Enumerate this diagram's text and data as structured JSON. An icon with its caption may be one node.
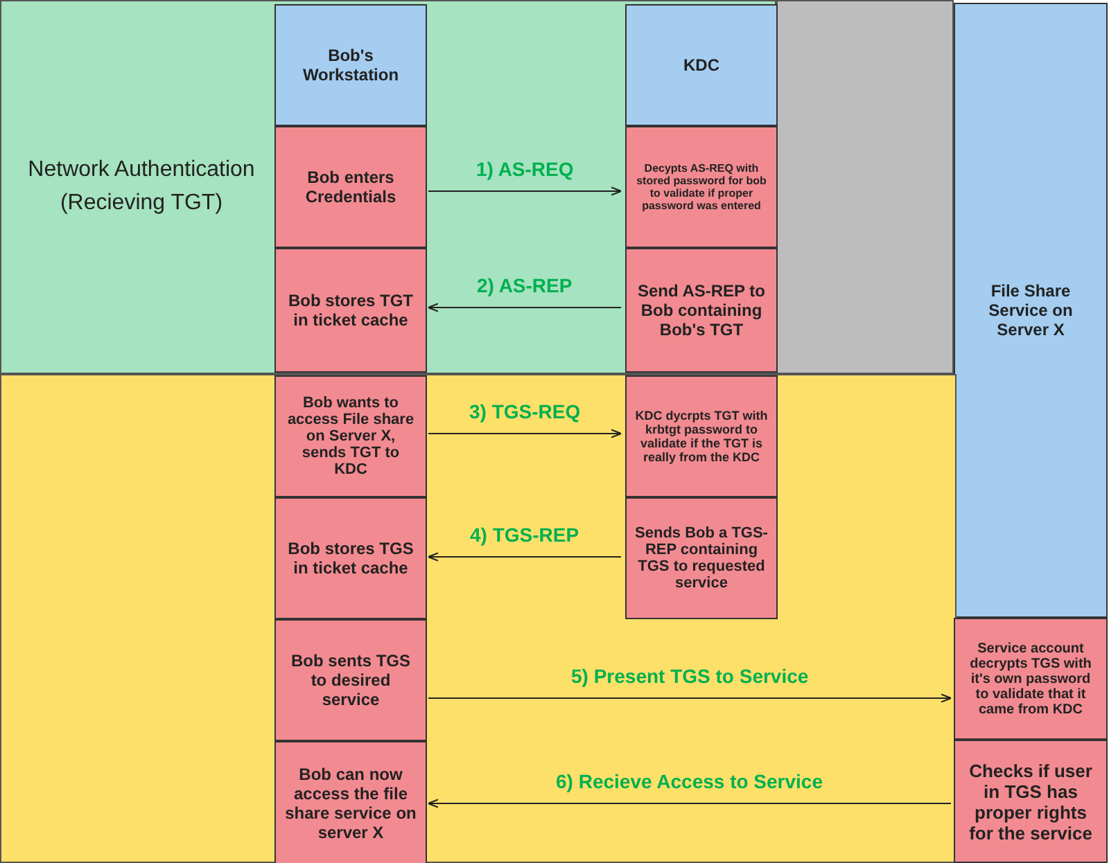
{
  "diagram": {
    "nodes": [
      {
        "text": [
          "Network Authentication (Recieving TGT)"
        ]
      },
      {
        "text": [
          "Bob's Workstation"
        ],
        "in": 0
      },
      {
        "text": [
          "KDC"
        ],
        "in": 0
      },
      {
        "text": [
          "File Share Service on Server X"
        ]
      },
      {
        "text": [
          "Bob enters Credentials"
        ],
        "in": 0
      },
      {
        "text": [
          "Decypts AS-REQ with stored password for bob to validate if proper password was entered"
        ],
        "in": 0
      },
      {
        "text": [
          "Bob stores TGT in ticket cache"
        ],
        "in": 0
      },
      {
        "text": [
          "Send AS-REP to Bob containing Bob's TGT"
        ],
        "in": 0
      },
      {
        "text": [],
        "shape": "box"
      },
      {
        "text": [
          "Bob wants to access File share on Server X, sends TGT to KDC"
        ],
        "in": 8
      },
      {
        "text": [
          "KDC dycrpts TGT with krbtgt password to validate if the TGT is really from the KDC"
        ],
        "in": 8
      },
      {
        "text": [
          "Bob stores TGS in ticket cache"
        ],
        "in": 8
      },
      {
        "text": [
          "Sends Bob a TGS-REP containing TGS to requested service"
        ],
        "in": 8
      },
      {
        "text": [
          "Bob sents TGS to desired service"
        ],
        "in": 8
      },
      {
        "text": [
          "Service account decrypts TGS with it's own password to validate that it came from KDC"
        ]
      },
      {
        "text": [
          "Bob can now access the file share service on server X"
        ],
        "in": 8
      },
      {
        "text": [
          "Checks if user in TGS has proper rights for the service"
        ]
      }
    ],
    "edges": [
      {
        "from": 4,
        "to": 5,
        "arrow": "to",
        "label": "1) AS-REQ"
      },
      {
        "from": 7,
        "to": 6,
        "arrow": "to",
        "label": "2) AS-REP"
      },
      {
        "from": 9,
        "to": 10,
        "arrow": "to",
        "label": "3) TGS-REQ"
      },
      {
        "from": 12,
        "to": 11,
        "arrow": "to",
        "label": "4) TGS-REP"
      },
      {
        "from": 13,
        "to": 14,
        "arrow": "to",
        "label": "5) Present TGS to Service"
      },
      {
        "from": 16,
        "to": 15,
        "arrow": "to",
        "label": "6) Recieve Access to Service"
      }
    ]
  }
}
